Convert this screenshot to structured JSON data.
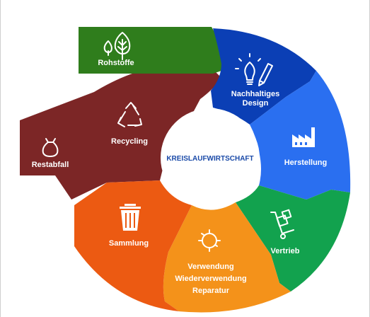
{
  "center": {
    "label": "KREISLAUFWIRTSCHAFT",
    "color": "#1a4aa8"
  },
  "segments": {
    "rohstoffe": {
      "label": "Rohstoffe",
      "color": "#2f7d1c",
      "icon": "leaves-icon"
    },
    "design": {
      "line1": "Nachhaltiges",
      "line2": "Design",
      "color": "#0b3fb5",
      "icon": "lightbulb-pencil-icon"
    },
    "herstellung": {
      "label": "Herstellung",
      "color": "#2a6ff0",
      "icon": "factory-icon"
    },
    "vertrieb": {
      "label": "Vertrieb",
      "color": "#12a24e",
      "icon": "hand-truck-icon"
    },
    "verwendung": {
      "line1": "Verwendung",
      "line2": "Wiederverwendung",
      "line3": "Reparatur",
      "color": "#f4921a",
      "icon": "cycle-arrows-icon"
    },
    "sammlung": {
      "label": "Sammlung",
      "color": "#ec5a12",
      "icon": "trash-bin-icon"
    },
    "recycling": {
      "label": "Recycling",
      "color": "#7c2626",
      "icon": "recycle-icon"
    },
    "restabfall": {
      "label": "Restabfall",
      "color": "#7c2626",
      "icon": "garbage-bag-icon"
    }
  }
}
